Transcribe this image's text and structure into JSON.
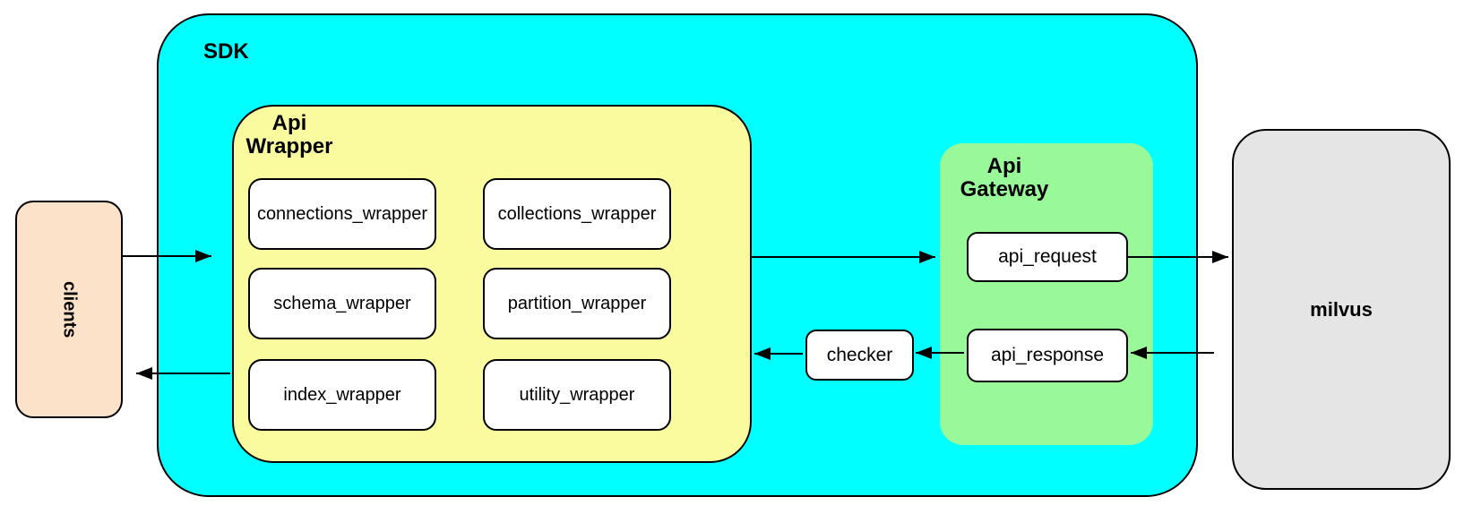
{
  "nodes": {
    "clients": {
      "label": "clients",
      "fill": "#FBE2C8"
    },
    "sdk": {
      "label": "SDK",
      "fill": "#00FFFF"
    },
    "api_wrapper": {
      "label_line1": "Api",
      "label_line2": "Wrapper",
      "fill": "#FAFA9E",
      "boxes": [
        {
          "label": "connections_wrapper"
        },
        {
          "label": "collections_wrapper"
        },
        {
          "label": "schema_wrapper"
        },
        {
          "label": "partition_wrapper"
        },
        {
          "label": "index_wrapper"
        },
        {
          "label": "utility_wrapper"
        }
      ]
    },
    "checker": {
      "label": "checker",
      "fill": "#FFFFFF"
    },
    "api_gateway": {
      "label_line1": "Api",
      "label_line2": "Gateway",
      "fill": "#99F898",
      "boxes": [
        {
          "label": "api_request"
        },
        {
          "label": "api_response"
        }
      ]
    },
    "milvus": {
      "label": "milvus",
      "fill": "#E5E5E5"
    }
  },
  "edges": [
    {
      "from": "clients",
      "to": "sdk"
    },
    {
      "from": "api_wrapper",
      "to": "api_request"
    },
    {
      "from": "api_request",
      "to": "milvus"
    },
    {
      "from": "milvus",
      "to": "api_response"
    },
    {
      "from": "api_response",
      "to": "checker"
    },
    {
      "from": "checker",
      "to": "api_wrapper"
    },
    {
      "from": "api_wrapper",
      "to": "clients"
    }
  ],
  "colors": {
    "border": "#000000",
    "arrow": "#000000",
    "background": "#FFFFFF"
  }
}
